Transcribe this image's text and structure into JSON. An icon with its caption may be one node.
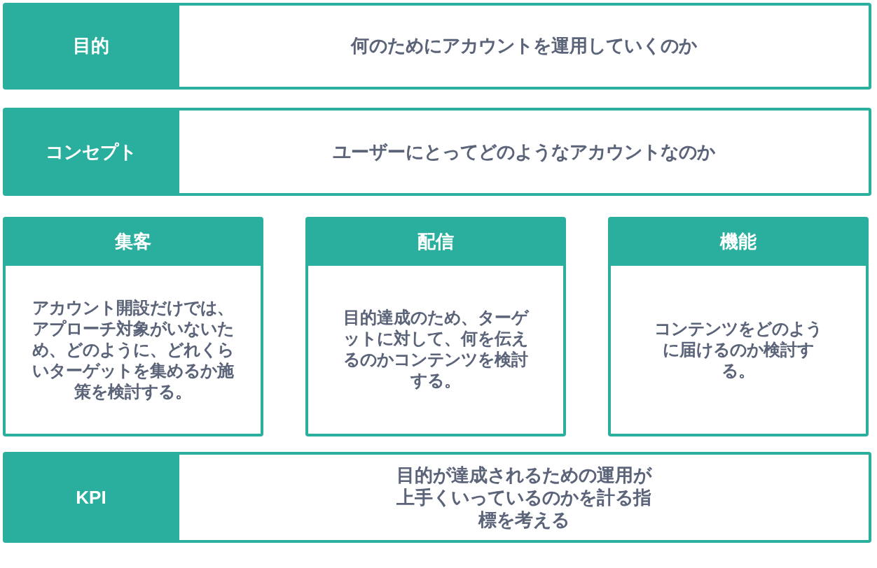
{
  "diagram": {
    "nodes": [
      {
        "text": [
          "目的",
          "何のためにアカウントを運用していくのか"
        ]
      },
      {
        "text": [
          "コンセプト",
          "ユーザーにとってどのようなアカウントなのか"
        ]
      },
      {
        "text": [
          "集客",
          "アカウント開設だけでは、アプローチ対象がいないため、どのように、どれくらいターゲットを集めるか施策を検討する。"
        ]
      },
      {
        "text": [
          "配信",
          "目的達成のため、ターゲットに対して、何を伝えるのかコンテンツを検討する。"
        ]
      },
      {
        "text": [
          "機能",
          "コンテンツをどのように届けるのか検討する。"
        ]
      },
      {
        "text": [
          "KPI",
          "目的が達成されるための運用が上手くいっているのかを計る指標を考える"
        ]
      }
    ]
  }
}
